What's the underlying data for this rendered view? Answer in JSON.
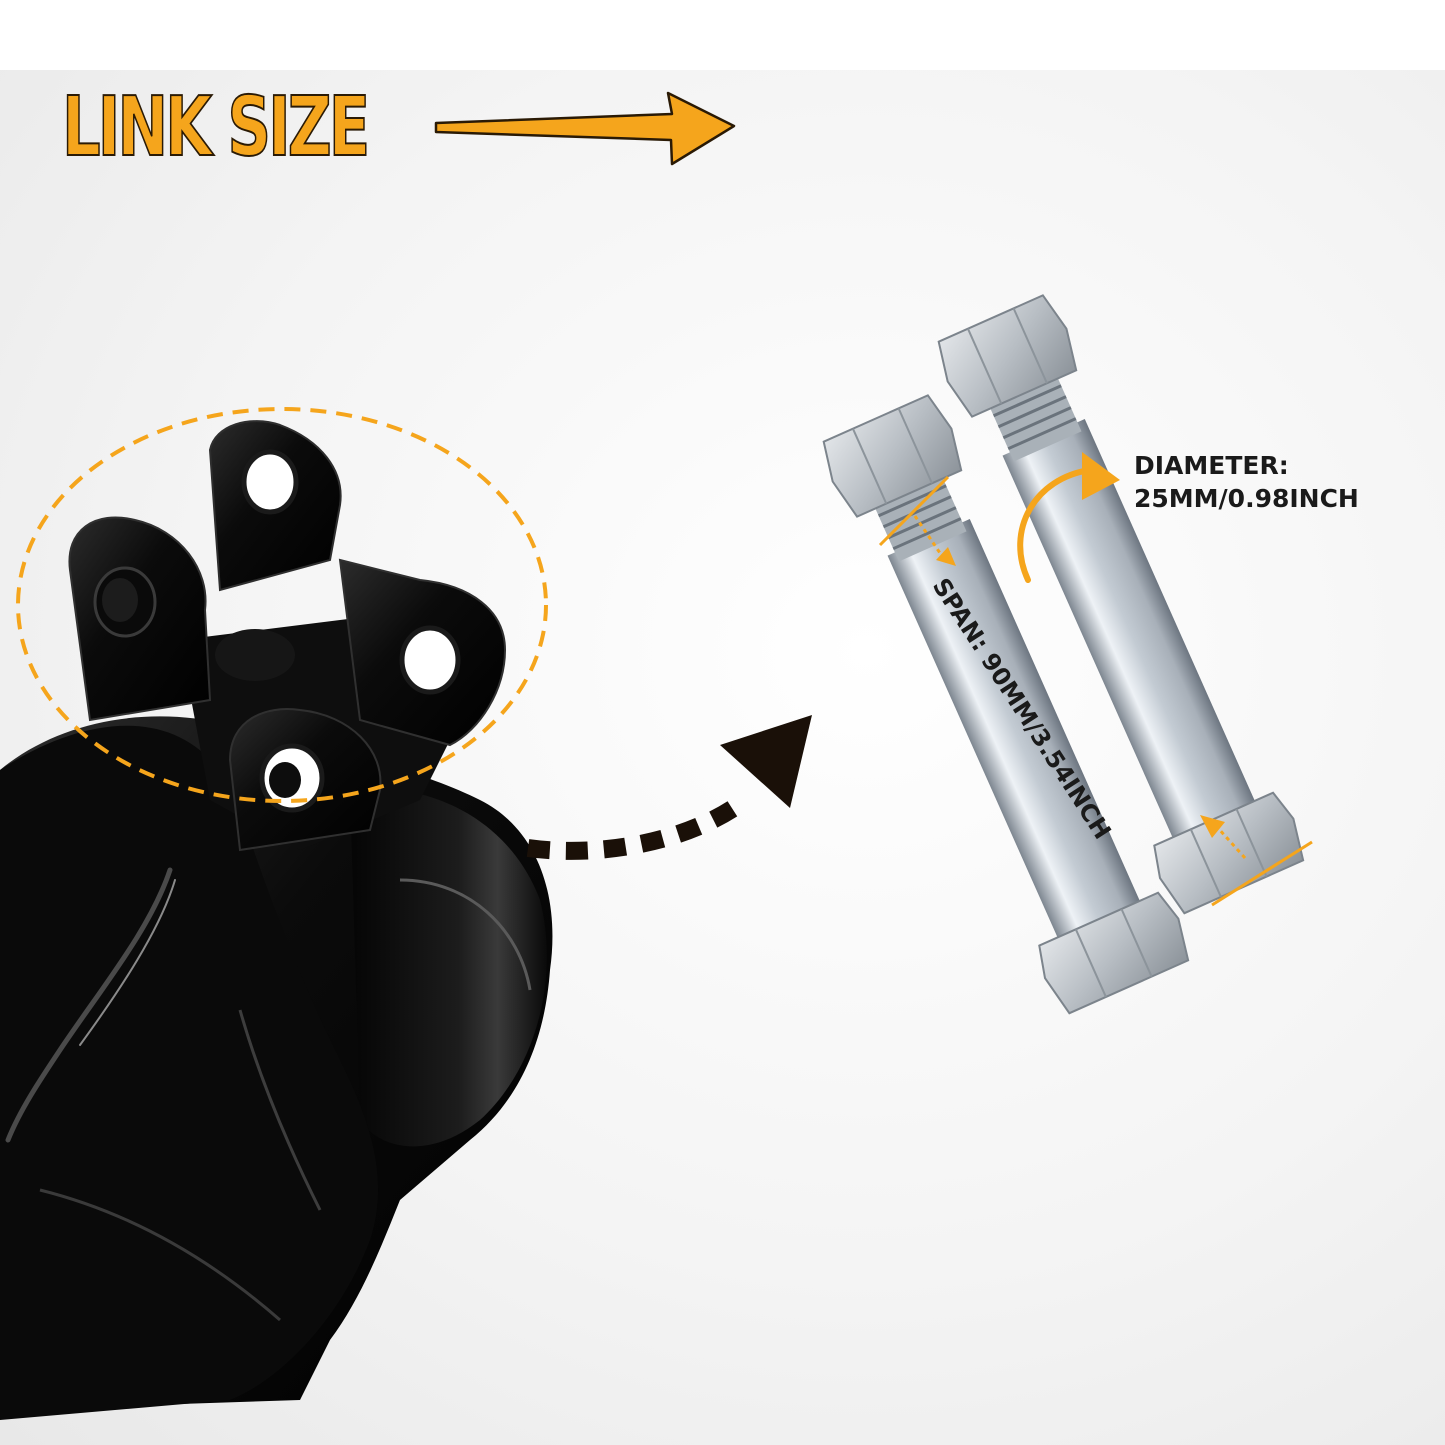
{
  "heading": {
    "title": "LINK SIZE"
  },
  "measurements": {
    "diameter_label": "DIAMETER:",
    "diameter_value": "25MM/0.98INCH",
    "span_text": "SPAN: 90MM/3.54INCH"
  },
  "colors": {
    "accent": "#f5a51c",
    "text_dark": "#1a1a1a",
    "bracket_black": "#0d0d0d",
    "pin_steel": "#c3cbd3"
  },
  "icons": {
    "title_arrow": "arrow-right-icon",
    "curved_arrow": "curved-dotted-arrow-icon",
    "rotation_arrow": "curved-arrow-icon"
  }
}
